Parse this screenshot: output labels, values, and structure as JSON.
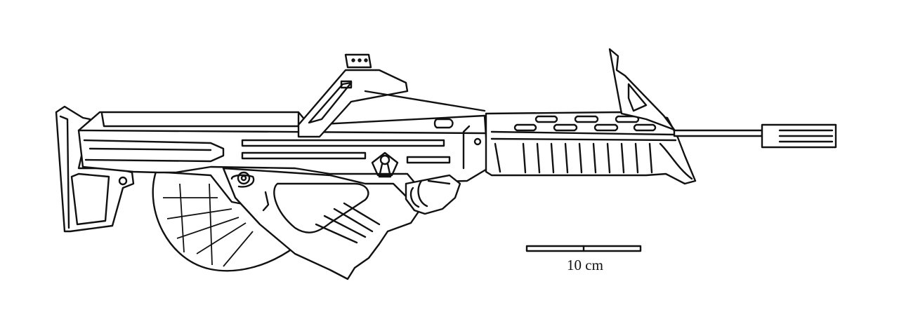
{
  "figure": {
    "scale_bar": {
      "label": "10 cm",
      "length_cm": 10,
      "segments": 2
    },
    "colors": {
      "line": "#111111",
      "background": "#ffffff"
    }
  }
}
